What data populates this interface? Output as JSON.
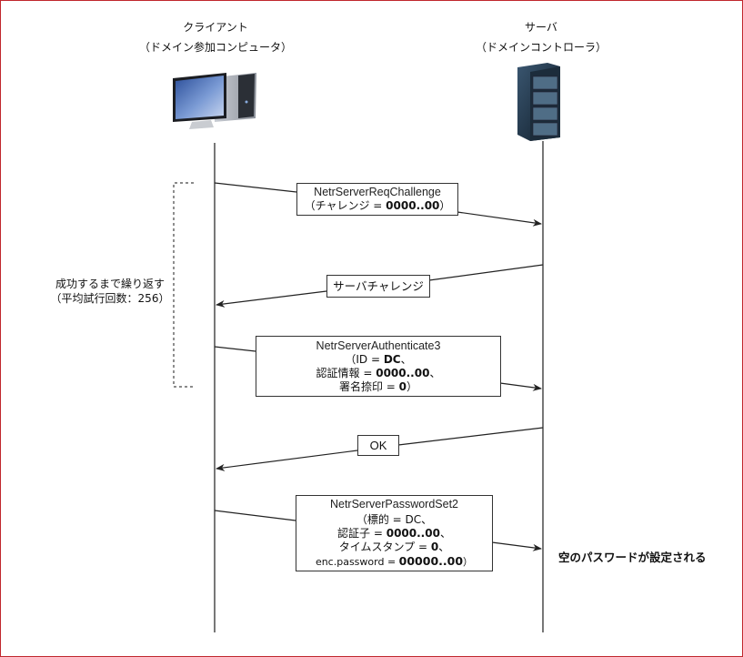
{
  "participants": {
    "client": {
      "name": "クライアント",
      "role": "（ドメイン参加コンピュータ）",
      "icon": "desktop-computer-icon"
    },
    "server": {
      "name": "サーバ",
      "role": "（ドメインコントローラ）",
      "icon": "server-rack-icon"
    }
  },
  "loop": {
    "line1": "成功するまで繰り返す",
    "line2": "（平均試行回数：256）"
  },
  "messages": [
    {
      "direction": "client-to-server",
      "title": "NetrServerReqChallenge",
      "lines": [
        {
          "prefix": "（チャレンジ = ",
          "bold": "0000..00",
          "suffix": "）"
        }
      ]
    },
    {
      "direction": "server-to-client",
      "title": "サーバチャレンジ",
      "lines": []
    },
    {
      "direction": "client-to-server",
      "title": "NetrServerAuthenticate3",
      "lines": [
        {
          "prefix": "（ID = ",
          "bold": "DC",
          "suffix": "、"
        },
        {
          "prefix": "認証情報 = ",
          "bold": "0000..00",
          "suffix": "、"
        },
        {
          "prefix": "署名捺印 = ",
          "bold": "0",
          "suffix": "）"
        }
      ]
    },
    {
      "direction": "server-to-client",
      "title": "OK",
      "lines": []
    },
    {
      "direction": "client-to-server",
      "title": "NetrServerPasswordSet2",
      "lines": [
        {
          "prefix": "（標的 = DC、",
          "bold": "",
          "suffix": ""
        },
        {
          "prefix": "認証子 = ",
          "bold": "0000..00",
          "suffix": "、"
        },
        {
          "prefix": "タイムスタンプ = ",
          "bold": "0",
          "suffix": "、"
        },
        {
          "prefix": "enc.password = ",
          "bold": "00000..00",
          "suffix": "）"
        }
      ]
    }
  ],
  "result_text": "空のパスワードが設定される",
  "colors": {
    "frame": "#c0272d",
    "line": "#333333"
  }
}
